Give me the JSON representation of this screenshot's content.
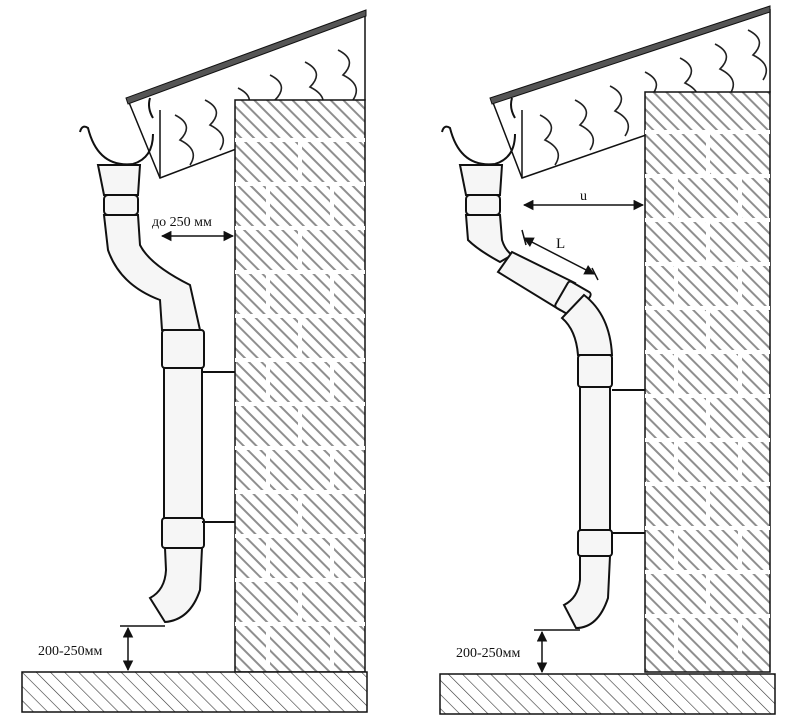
{
  "panels": [
    {
      "id": "left",
      "wall_gap_label": "до 250 мм",
      "ground_gap_label": "200-250мм"
    },
    {
      "id": "right",
      "wall_gap_label": "u",
      "segment_label": "L",
      "ground_gap_label": "200-250мм"
    }
  ],
  "colors": {
    "line": "#111111",
    "brick_hatch": "#8a8a8a",
    "pipe_fill": "#f6f6f6",
    "roof_fill": "#ffffff"
  }
}
